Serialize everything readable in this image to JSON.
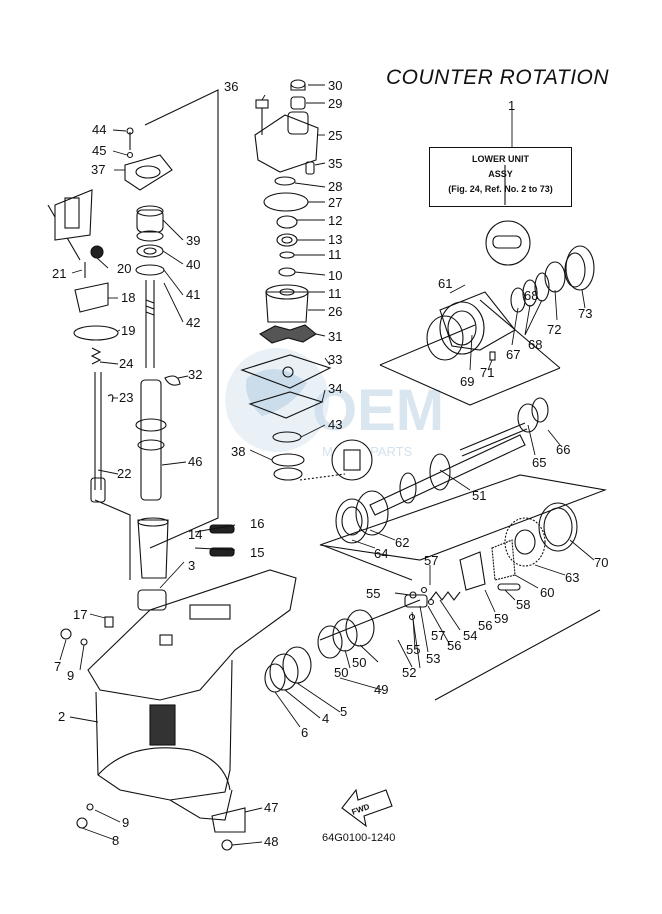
{
  "title": "COUNTER ROTATION",
  "assembly_box": {
    "line1": "LOWER UNIT",
    "line2": "ASSY",
    "line3": "(Fig. 24, Ref. No. 2 to 73)"
  },
  "drawing_code": "64G0100-1240",
  "fwd_mark": "FWD",
  "watermark": "OEM MOTORPARTS",
  "callouts": [
    "1",
    "2",
    "3",
    "4",
    "5",
    "6",
    "7",
    "8",
    "9",
    "9",
    "10",
    "11",
    "11",
    "12",
    "13",
    "14",
    "15",
    "16",
    "17",
    "18",
    "19",
    "20",
    "21",
    "22",
    "23",
    "24",
    "25",
    "26",
    "27",
    "28",
    "29",
    "30",
    "31",
    "32",
    "33",
    "34",
    "35",
    "36",
    "37",
    "38",
    "39",
    "40",
    "41",
    "42",
    "43",
    "44",
    "45",
    "46",
    "47",
    "48",
    "49",
    "50",
    "50",
    "51",
    "52",
    "53",
    "54",
    "55",
    "55",
    "56",
    "56",
    "57",
    "57",
    "58",
    "59",
    "60",
    "61",
    "62",
    "63",
    "64",
    "65",
    "66",
    "67",
    "68",
    "68",
    "69",
    "70",
    "71",
    "72",
    "73"
  ]
}
